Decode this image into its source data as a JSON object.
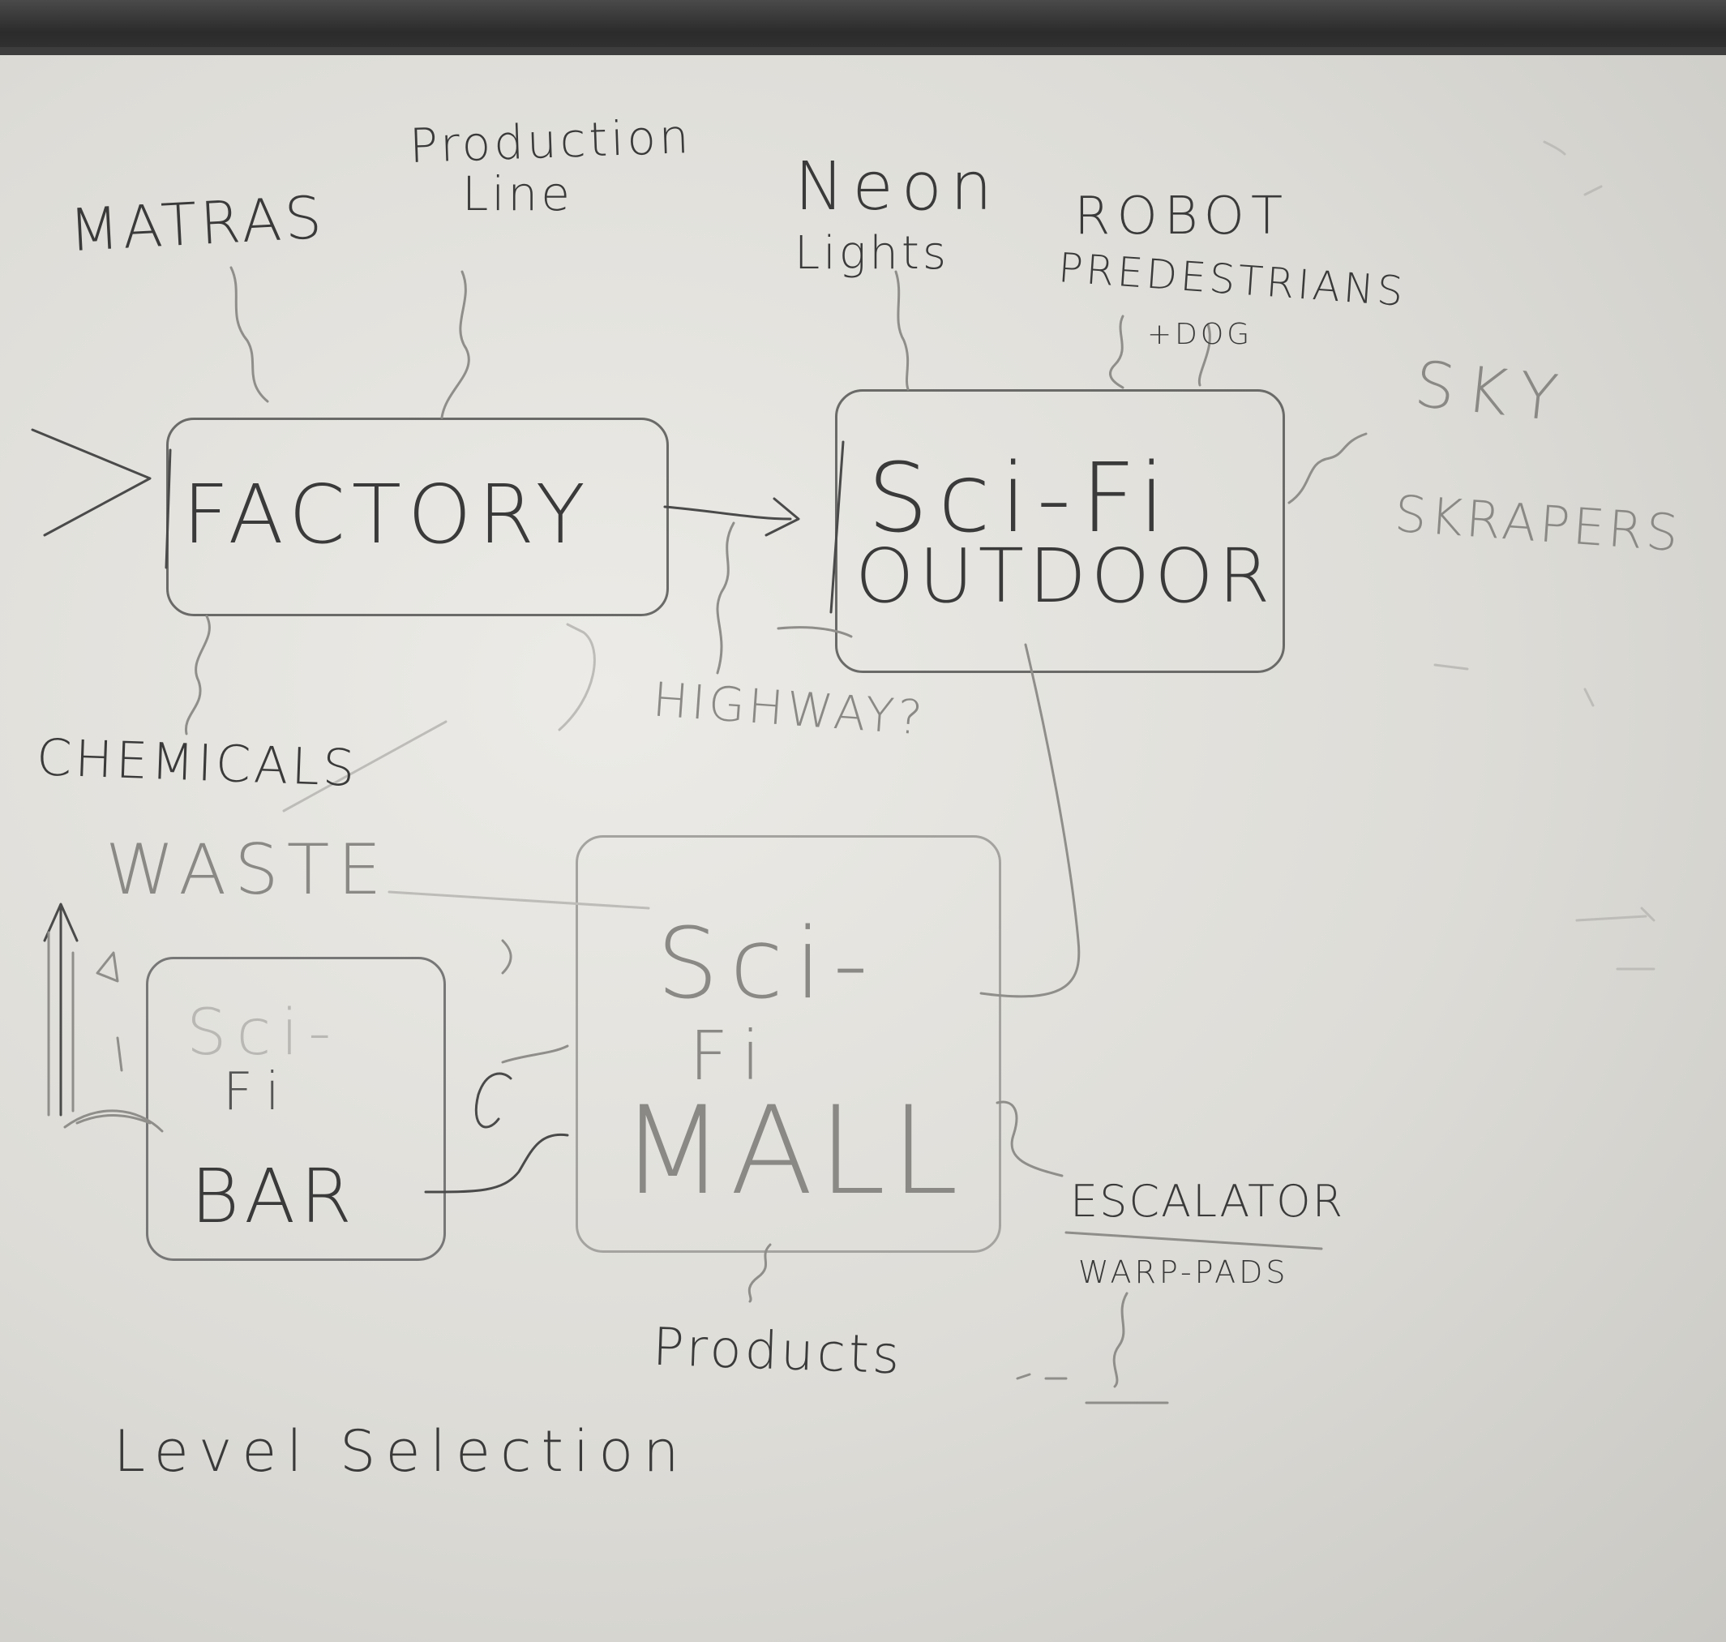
{
  "labels": {
    "matras": "MATRAS",
    "production_line_1": "Production",
    "production_line_2": "Line",
    "neon_lights_1": "Neon",
    "neon_lights_2": "Lights",
    "robot": "ROBOT",
    "predestrians": "PREDESTRIANS",
    "dog": "+DOG",
    "sky": "SKY",
    "skyscrapers": "SKRAPERS",
    "highway": "HIGHWAY?",
    "chemicals": "CHEMICALS",
    "waste": "WASTE",
    "escalator": "ESCALATOR",
    "warp_pads": "WARP-PADS",
    "products": "Products",
    "level_selection": "Level Selection"
  },
  "boxes": {
    "factory": "FACTORY",
    "scifi_outdoor_1": "Sci-Fi",
    "scifi_outdoor_2": "OUTDOOR",
    "scifi_mall_1": "Sci-",
    "scifi_mall_2": "Fi",
    "scifi_mall_3": "MALL",
    "scifi_bar_1": "Sci-",
    "scifi_bar_2": "Fi",
    "scifi_bar_3": "BAR"
  }
}
